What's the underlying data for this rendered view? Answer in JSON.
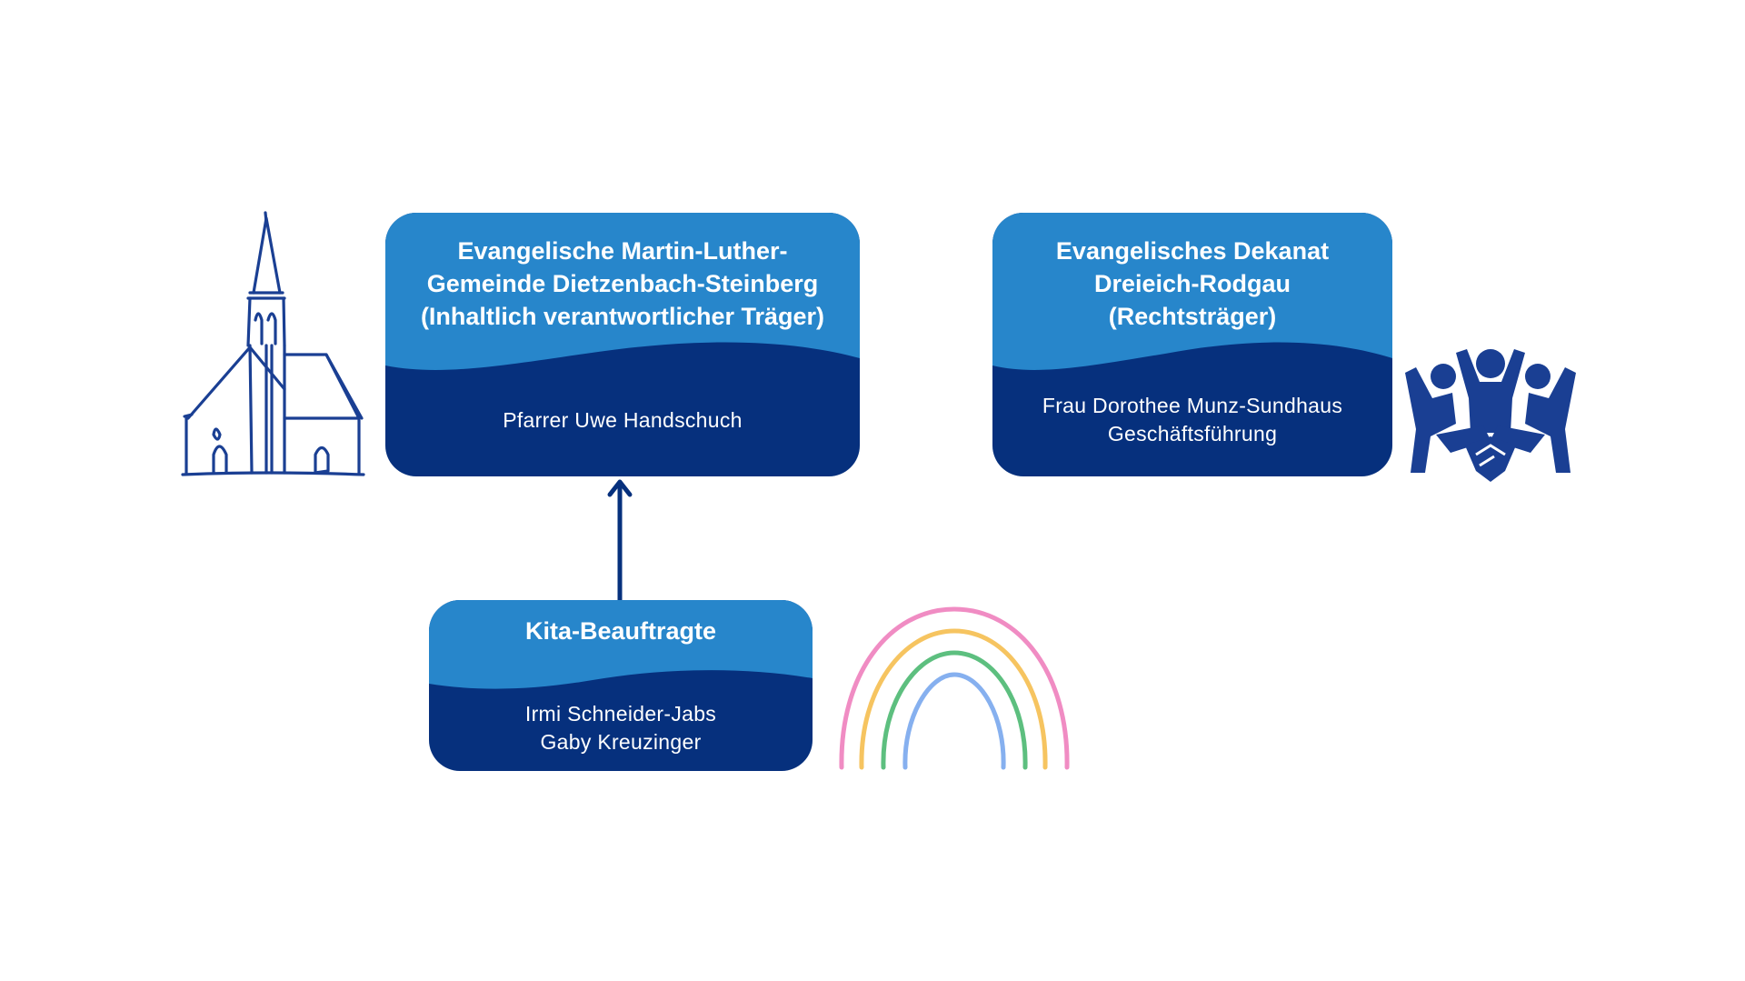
{
  "colors": {
    "card_top": "#2786cb",
    "card_bottom": "#06307d",
    "text": "#ffffff",
    "icon": "#1a3f93",
    "arrow": "#06307d",
    "rainbow": [
      "#f08cc3",
      "#f6c460",
      "#5dbf7f",
      "#86b0ef"
    ]
  },
  "nodes": {
    "main": {
      "title_lines": [
        "Evangelische Martin-Luther-",
        "Gemeinde Dietzenbach-Steinberg",
        "(Inhaltlich verantwortlicher Träger)"
      ],
      "body_lines": [
        "Pfarrer Uwe Handschuch"
      ]
    },
    "dekanat": {
      "title_lines": [
        "Evangelisches Dekanat",
        "Dreieich-Rodgau",
        "(Rechtsträger)"
      ],
      "body_lines": [
        "Frau Dorothee Munz-Sundhaus",
        "Geschäftsführung"
      ]
    },
    "kita": {
      "title_lines": [
        "Kita-Beauftragte"
      ],
      "body_lines": [
        "Irmi Schneider-Jabs",
        "Gaby Kreuzinger"
      ]
    }
  },
  "edges": [
    {
      "from": "kita",
      "to": "main",
      "style": "arrow"
    }
  ],
  "icons": {
    "church": "church-sketch-icon",
    "people": "team-handshake-icon",
    "rainbow": "rainbow-icon"
  }
}
